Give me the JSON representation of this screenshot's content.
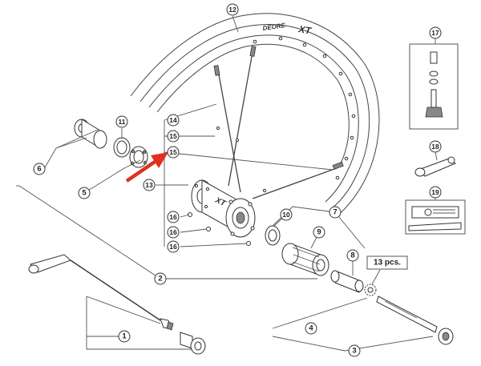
{
  "rim": {
    "brand_text": "DEORE",
    "model_text": "XT"
  },
  "hub": {
    "body_mark": "XT"
  },
  "callouts": [
    {
      "id": "c1",
      "label": "1"
    },
    {
      "id": "c2",
      "label": "2"
    },
    {
      "id": "c3",
      "label": "3"
    },
    {
      "id": "c4",
      "label": "4"
    },
    {
      "id": "c5",
      "label": "5"
    },
    {
      "id": "c6",
      "label": "6"
    },
    {
      "id": "c7",
      "label": "7"
    },
    {
      "id": "c8",
      "label": "8"
    },
    {
      "id": "c9",
      "label": "9"
    },
    {
      "id": "c10",
      "label": "10"
    },
    {
      "id": "c11",
      "label": "11"
    },
    {
      "id": "c12",
      "label": "12"
    },
    {
      "id": "c13",
      "label": "13"
    },
    {
      "id": "c14",
      "label": "14"
    },
    {
      "id": "c15a",
      "label": "15"
    },
    {
      "id": "c15b",
      "label": "15"
    },
    {
      "id": "c16a",
      "label": "16"
    },
    {
      "id": "c16b",
      "label": "16"
    },
    {
      "id": "c16c",
      "label": "16"
    },
    {
      "id": "c17",
      "label": "17"
    },
    {
      "id": "c18",
      "label": "18"
    },
    {
      "id": "c19",
      "label": "19"
    }
  ],
  "quantity_label": "13 pcs.",
  "colors": {
    "arrow": "#e03020",
    "line": "#555555"
  }
}
